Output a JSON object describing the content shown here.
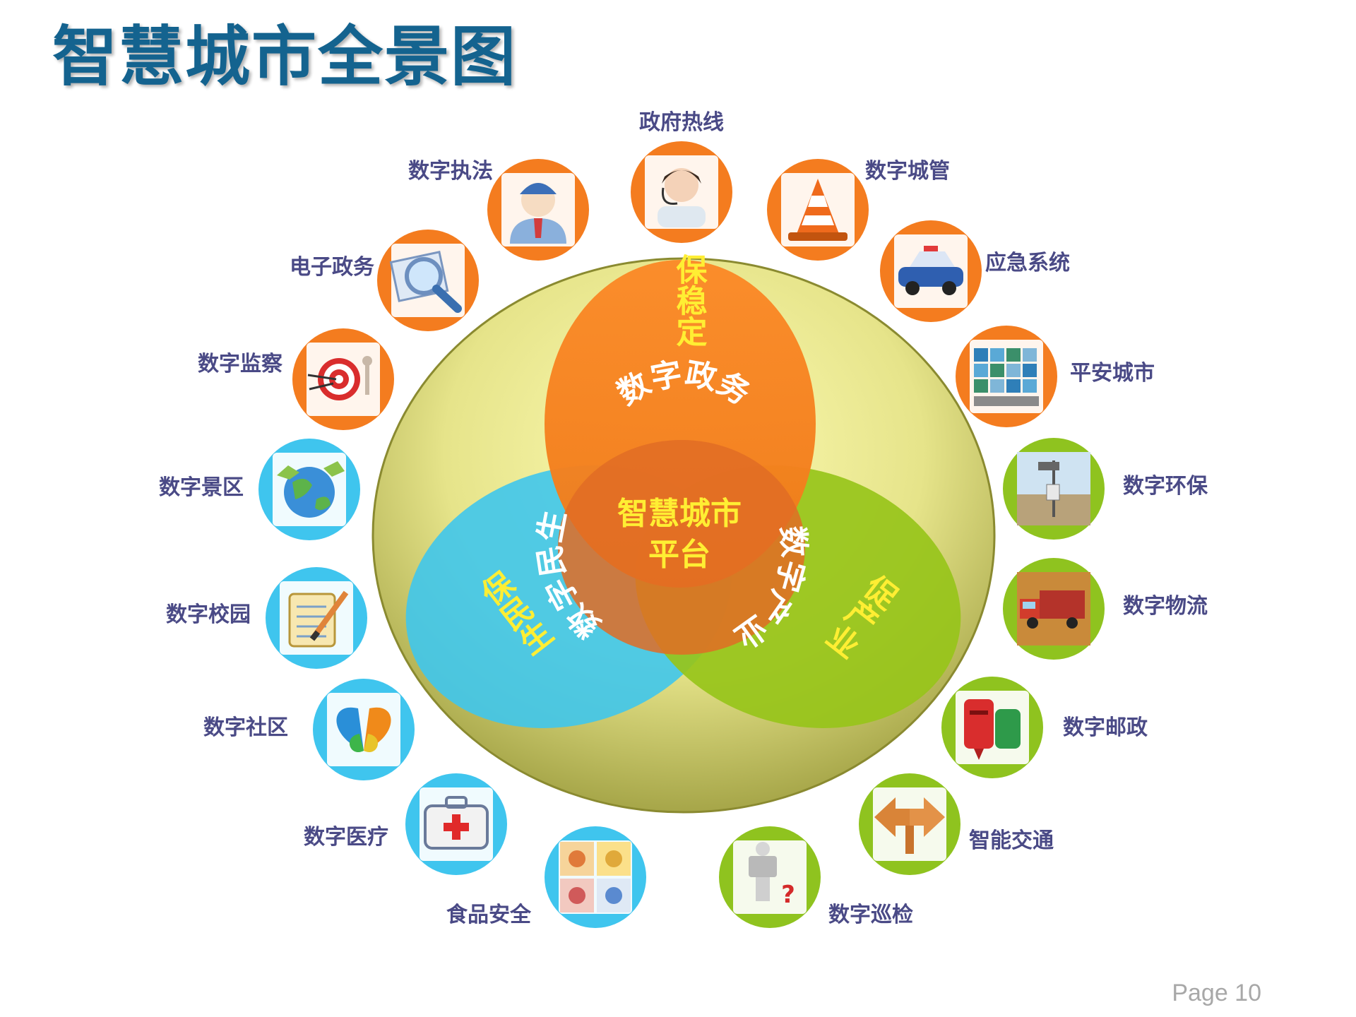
{
  "title": "智慧城市全景图",
  "page_label": "Page 10",
  "venn": {
    "top": "保稳定",
    "left": "保民生",
    "right": "促产业",
    "arc_top": "数字政务",
    "arc_left": "数字民生",
    "arc_right": "数字产业",
    "center_line1": "智慧城市",
    "center_line2": "平台"
  },
  "nodes": [
    {
      "label": "政府热线",
      "icon": "hotline-operator-icon",
      "color": "#f47c1f"
    },
    {
      "label": "数字城管",
      "icon": "traffic-cone-icon",
      "color": "#f47c1f"
    },
    {
      "label": "应急系统",
      "icon": "police-car-icon",
      "color": "#f47c1f"
    },
    {
      "label": "平安城市",
      "icon": "monitoring-center-icon",
      "color": "#f47c1f"
    },
    {
      "label": "数字环保",
      "icon": "weather-station-icon",
      "color": "#8fc31f"
    },
    {
      "label": "数字物流",
      "icon": "truck-icon",
      "color": "#8fc31f"
    },
    {
      "label": "数字邮政",
      "icon": "mailbox-icon",
      "color": "#8fc31f"
    },
    {
      "label": "智能交通",
      "icon": "direction-arrows-icon",
      "color": "#8fc31f"
    },
    {
      "label": "数字巡检",
      "icon": "inspection-question-icon",
      "color": "#8fc31f"
    },
    {
      "label": "食品安全",
      "icon": "food-safety-icon",
      "color": "#3fc5ee"
    },
    {
      "label": "数字医疗",
      "icon": "first-aid-kit-icon",
      "color": "#3fc5ee"
    },
    {
      "label": "数字社区",
      "icon": "community-butterfly-icon",
      "color": "#3fc5ee"
    },
    {
      "label": "数字校园",
      "icon": "clipboard-pencil-icon",
      "color": "#3fc5ee"
    },
    {
      "label": "数字景区",
      "icon": "globe-icon",
      "color": "#3fc5ee"
    },
    {
      "label": "数字监察",
      "icon": "target-icon",
      "color": "#f47c1f"
    },
    {
      "label": "电子政务",
      "icon": "magnifier-icon",
      "color": "#f47c1f"
    },
    {
      "label": "数字执法",
      "icon": "officer-avatar-icon",
      "color": "#f47c1f"
    }
  ]
}
